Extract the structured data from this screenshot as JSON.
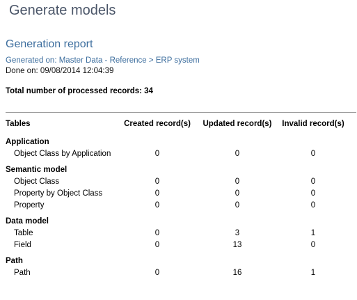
{
  "page": {
    "title": "Generate models"
  },
  "report": {
    "title": "Generation report",
    "generated_on": "Generated on: Master Data - Reference > ERP system",
    "done_on": "Done on: 09/08/2014 12:04:39",
    "total": "Total number of processed records: 34"
  },
  "table": {
    "headers": {
      "tables": "Tables",
      "created": "Created record(s)",
      "updated": "Updated record(s)",
      "invalid": "Invalid record(s)"
    },
    "groups": [
      {
        "label": "Application",
        "rows": [
          {
            "name": "Object Class by Application",
            "created": "0",
            "updated": "0",
            "invalid": "0"
          }
        ]
      },
      {
        "label": "Semantic model",
        "rows": [
          {
            "name": "Object Class",
            "created": "0",
            "updated": "0",
            "invalid": "0"
          },
          {
            "name": "Property by Object Class",
            "created": "0",
            "updated": "0",
            "invalid": "0"
          },
          {
            "name": "Property",
            "created": "0",
            "updated": "0",
            "invalid": "0"
          }
        ]
      },
      {
        "label": "Data model",
        "rows": [
          {
            "name": "Table",
            "created": "0",
            "updated": "3",
            "invalid": "1"
          },
          {
            "name": "Field",
            "created": "0",
            "updated": "13",
            "invalid": "0"
          }
        ]
      },
      {
        "label": "Path",
        "rows": [
          {
            "name": "Path",
            "created": "0",
            "updated": "16",
            "invalid": "1"
          }
        ]
      }
    ]
  },
  "colors": {
    "title": "#4a5568",
    "link_blue": "#3d6e9e",
    "divider": "#9a9a9a"
  }
}
